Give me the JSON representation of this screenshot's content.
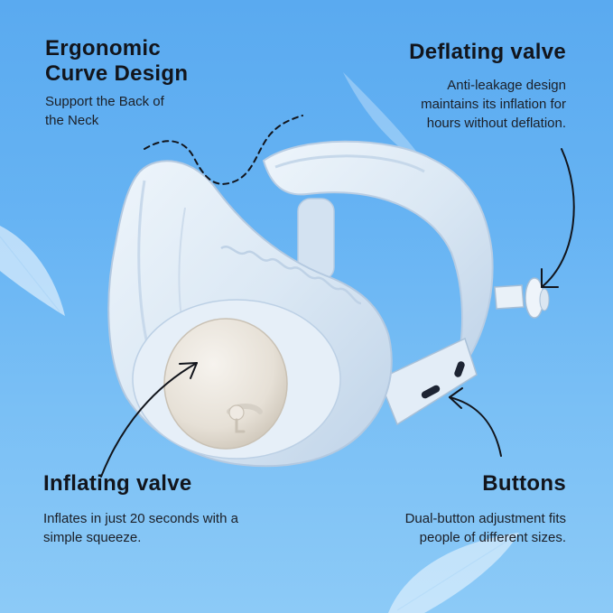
{
  "callouts": {
    "ergonomic": {
      "title_line1": "Ergonomic",
      "title_line2": "Curve Design",
      "desc_line1": "Support the Back of",
      "desc_line2": "the Neck"
    },
    "deflating": {
      "title": "Deflating valve",
      "desc_line1": "Anti-leakage design",
      "desc_line2": "maintains its inflation for",
      "desc_line3": "hours without deflation."
    },
    "inflating": {
      "title": "Inflating valve",
      "desc_line1": "Inflates in just 20 seconds with a",
      "desc_line2": "simple squeeze."
    },
    "buttons": {
      "title": "Buttons",
      "desc_line1": "Dual-button adjustment fits",
      "desc_line2": "people of different sizes."
    }
  },
  "colors": {
    "background_top": "#5aaaf0",
    "background_bottom": "#8ccaf7",
    "pillow": "#dde9f5",
    "valve": "#ece7df",
    "text": "#12151c"
  },
  "icons": {
    "product": "inflatable-neck-pillow-illustration",
    "feather": "feather-icon"
  }
}
